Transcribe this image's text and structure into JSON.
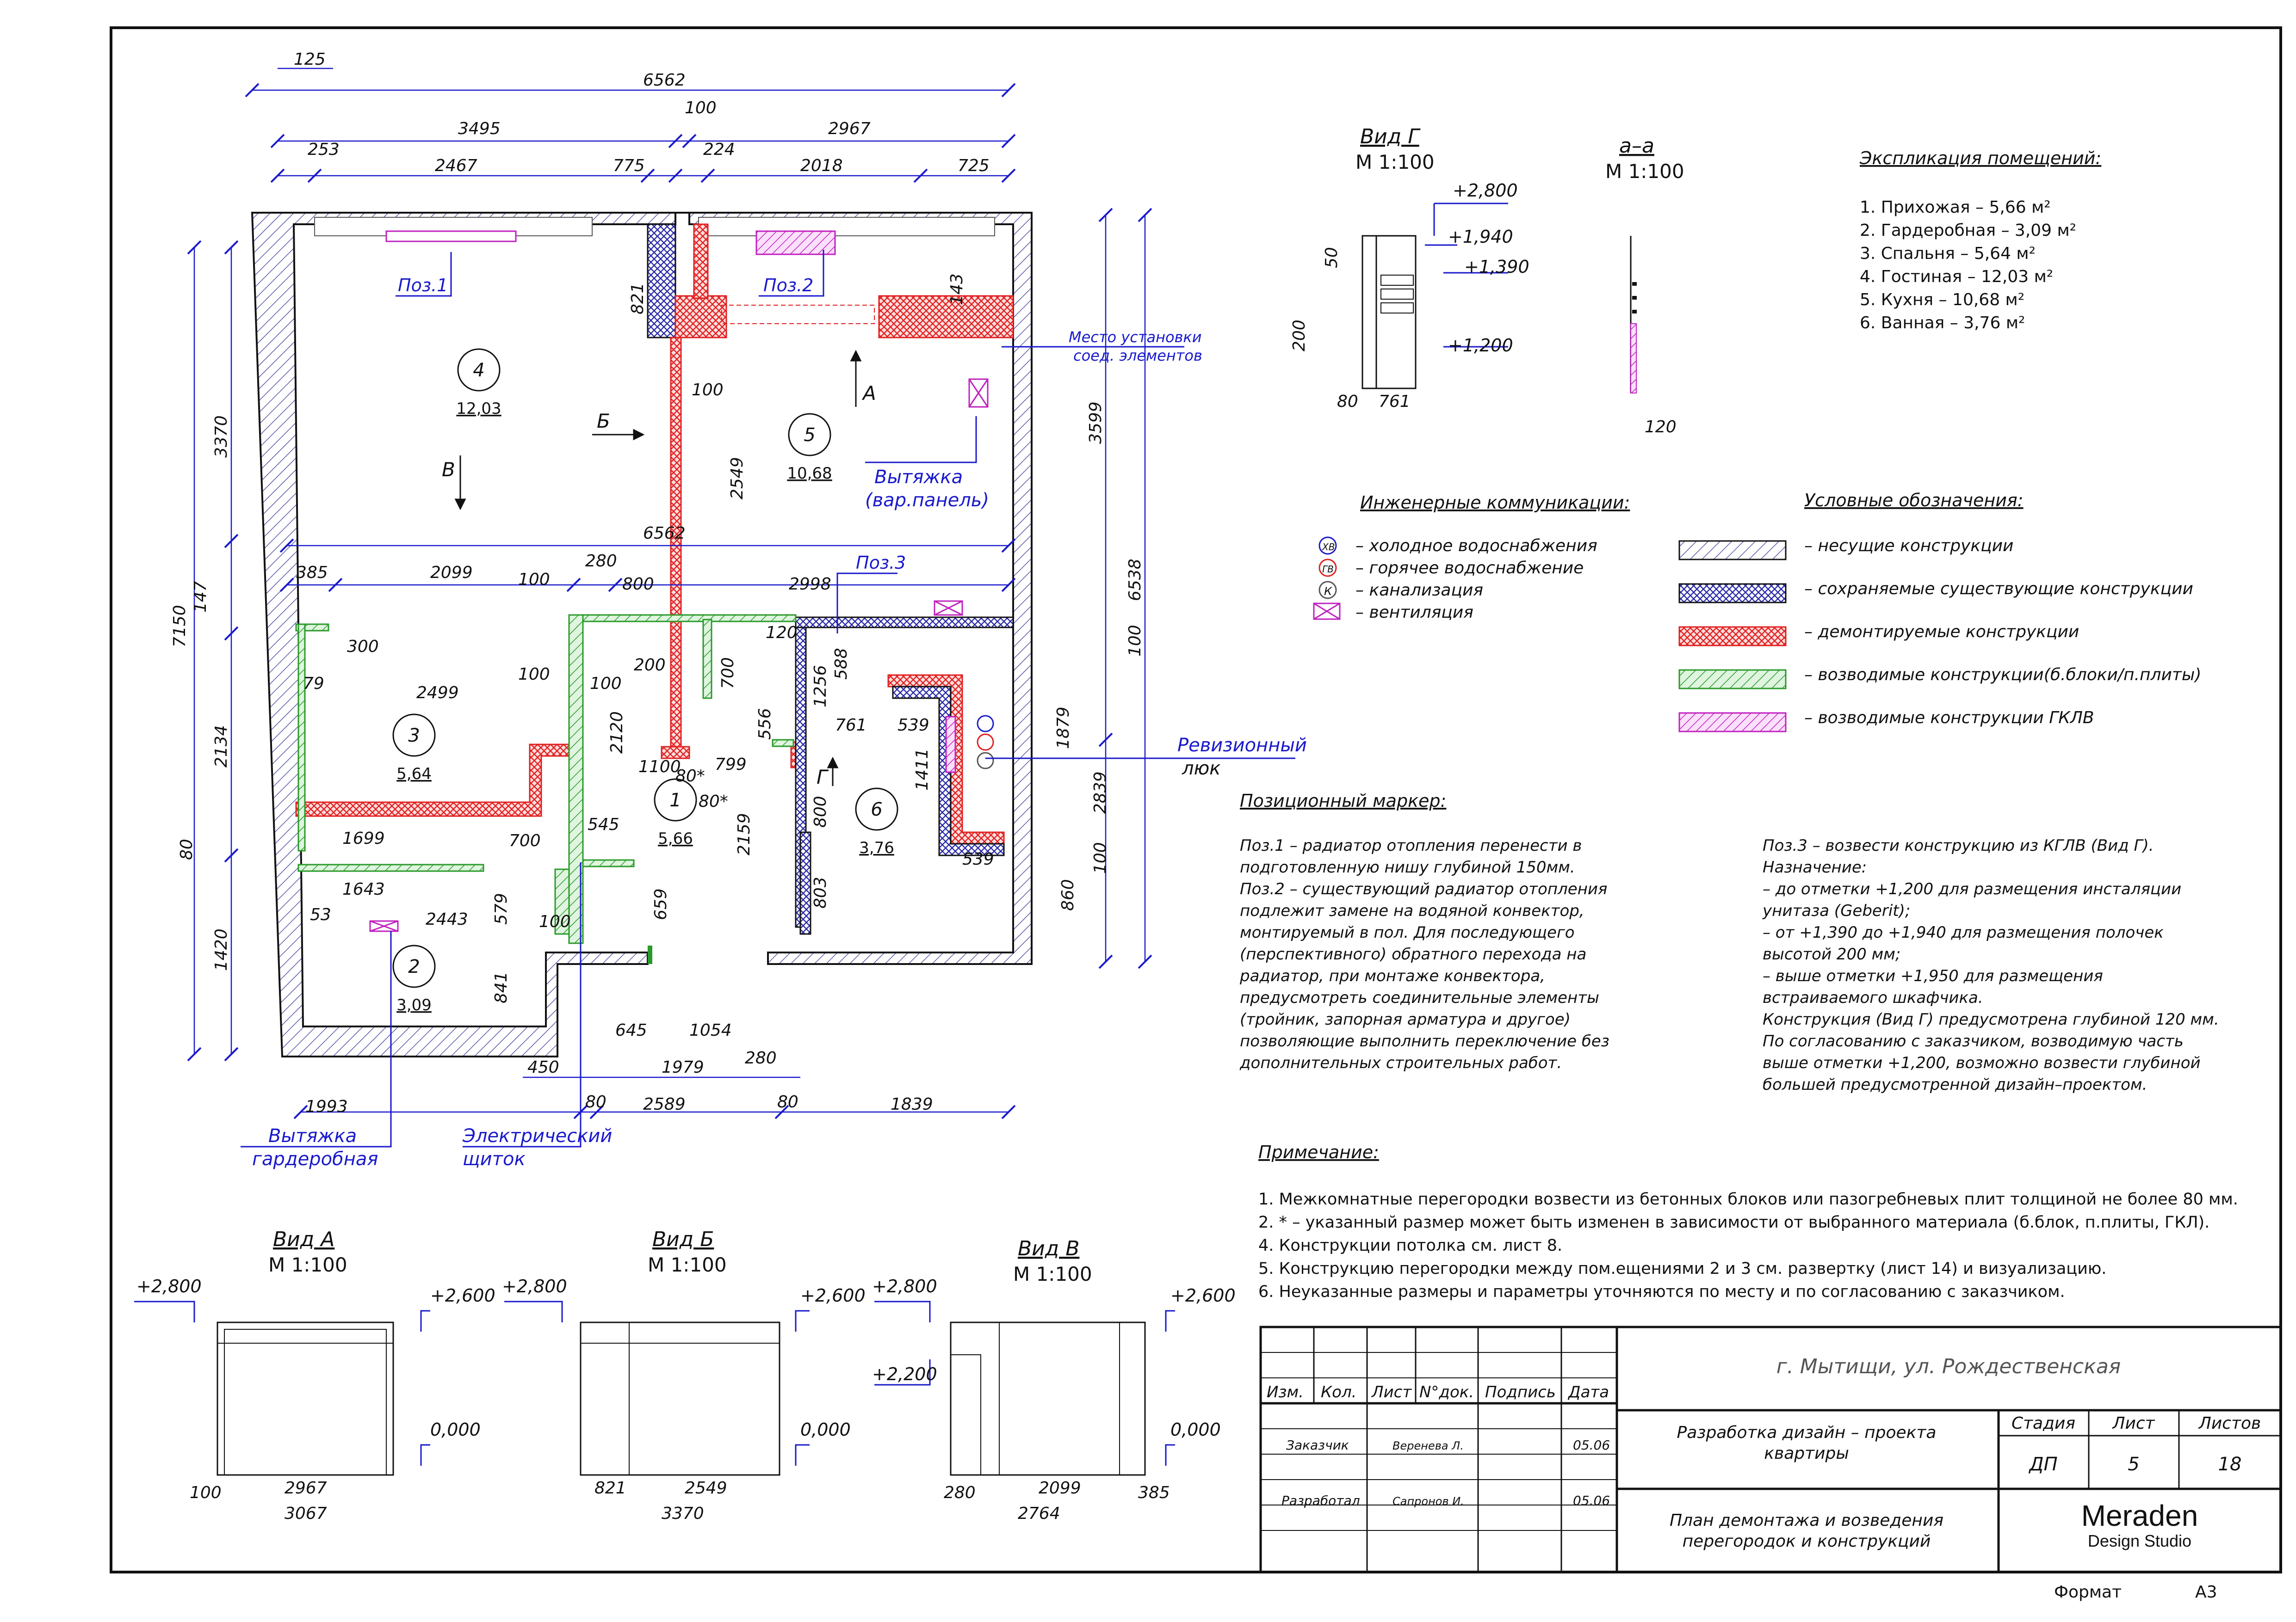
{
  "colors": {
    "frame": "#111111",
    "dimension": "#1a1acc",
    "bearing": "#5a5aa8",
    "existing": "#2a2aa8",
    "demolish": "#e02020",
    "new_block": "#2a9a2a",
    "gklv": "#c020c0"
  },
  "views": {
    "g": {
      "title": "Вид Г",
      "scale": "М 1:100",
      "levels": [
        "+2,800",
        "+1,940",
        "+1,390",
        "+1,200"
      ],
      "dims": [
        "50",
        "200",
        "80",
        "761"
      ]
    },
    "aa": {
      "title": "а–а",
      "scale": "М 1:100",
      "dims": [
        "120"
      ]
    },
    "a": {
      "title": "Вид А",
      "scale": "М 1:100",
      "levels": [
        "+2,800",
        "+2,600",
        "0,000"
      ],
      "dims": [
        "2967",
        "100",
        "3067"
      ]
    },
    "b": {
      "title": "Вид Б",
      "scale": "М 1:100",
      "levels": [
        "+2,800",
        "+2,600",
        "0,000"
      ],
      "dims": [
        "821",
        "2549",
        "3370"
      ]
    },
    "v": {
      "title": "Вид В",
      "scale": "М 1:100",
      "levels": [
        "+2,800",
        "+2,600",
        "+2,200",
        "0,000"
      ],
      "dims": [
        "280",
        "2099",
        "385",
        "2764"
      ]
    }
  },
  "explication": {
    "title": "Экспликация помещений:",
    "items": [
      "1. Прихожая – 5,66 м²",
      "2. Гардеробная – 3,09 м²",
      "3. Спальня – 5,64 м²",
      "4. Гостиная – 12,03 м²",
      "5. Кухня – 10,68 м²",
      "6. Ванная – 3,76 м²"
    ]
  },
  "engineering": {
    "title": "Инженерные коммуникации:",
    "items": [
      {
        "symbol": "ХВ",
        "label": "– холодное водоснабжения"
      },
      {
        "symbol": "ГВ",
        "label": "– горячее водоснаб­жение"
      },
      {
        "symbol": "К",
        "label": "– канализация"
      },
      {
        "symbol": "",
        "label": "– вентиляция"
      }
    ]
  },
  "legend": {
    "title": "Условные обозначения:",
    "items": [
      "– несущие конструкции",
      "– сохраняемые существующие конструкции",
      "– демонтируемые конструкции",
      "– возводимые конструкции(б.блоки/п.плиты)",
      "– возводимые конструкции ГКЛВ"
    ]
  },
  "plan": {
    "rooms": [
      {
        "num": "4",
        "area": "12,03"
      },
      {
        "num": "5",
        "area": "10,68"
      },
      {
        "num": "3",
        "area": "5,64"
      },
      {
        "num": "1",
        "area": "5,66"
      },
      {
        "num": "6",
        "area": "3,76"
      },
      {
        "num": "2",
        "area": "3,09"
      }
    ],
    "labels": {
      "poz1": "Поз.1",
      "poz2": "Поз.2",
      "poz3": "Поз.3",
      "mesto1": "Место установки",
      "mesto2": "соед. элементов",
      "vyt1": "Вытяжка",
      "vyt2": "(вар.панель)",
      "rev1": "Ревизионный",
      "rev2": "люк",
      "vytg1": "Вытяжка",
      "vytg2": "гардеробная",
      "el1": "Электрический",
      "el2": "щиток",
      "arrowA": "А",
      "arrowB": "Б",
      "arrowV": "В",
      "arrowG": "Г"
    },
    "dims": {
      "top1": "6562",
      "top125": "125",
      "top3495": "3495",
      "top100": "100",
      "top2967": "2967",
      "t253": "253",
      "t2467": "2467",
      "t775": "775",
      "t224": "224",
      "t2018": "2018",
      "t725": "725",
      "mid6562": "6562",
      "d385": "385",
      "d2099": "2099",
      "d280": "280",
      "d800": "800",
      "d2998": "2998",
      "d300": "300",
      "d2499": "2499",
      "d100a": "100",
      "d100b": "100",
      "d200": "200",
      "d79": "79",
      "d1100": "1100",
      "d799": "799",
      "d761": "761",
      "d539a": "539",
      "d539b": "539",
      "d545": "545",
      "d700a": "700",
      "d1699": "1699",
      "d1643": "1643",
      "d53": "53",
      "d2443": "2443",
      "d579": "579",
      "d100c": "100",
      "d841": "841",
      "d659": "659",
      "d80a": "80*",
      "d80b": "80*",
      "d2159": "2159",
      "d700b": "700",
      "d556": "556",
      "d1256": "1256",
      "d120": "120",
      "d588": "588",
      "d800b": "800",
      "d803": "803",
      "d1411": "1411",
      "d2120": "2120",
      "d821": "821",
      "d143": "143",
      "d100d": "100",
      "d2549": "2549",
      "b645": "645",
      "b1054": "1054",
      "b450": "450",
      "b1979": "1979",
      "b280": "280",
      "b1993": "1993",
      "b80a": "80",
      "b2589": "2589",
      "b80b": "80",
      "b1839": "1839",
      "l3370": "3370",
      "l7150": "7150",
      "l147": "147",
      "l2134": "2134",
      "l80": "80",
      "l1420": "1420",
      "r3599": "3599",
      "r6538": "6538",
      "r100a": "100",
      "r1879": "1879",
      "r2839": "2839",
      "r100b": "100",
      "r860": "860"
    }
  },
  "position_marker": {
    "title": "Позиционный маркер:",
    "left": [
      "Поз.1 – радиатор отопления перенести в",
      "подготовленную нишу глубиной 150мм.",
      "Поз.2 – существующий радиатор отопления",
      "подлежит замене на водяной конвектор,",
      "монтируемый в пол. Для последующего",
      "(перспективного) обратного перехода на",
      "радиатор, при монтаже конвектора,",
      "предусмотреть соединительные элементы",
      "(тройник, запорная арматура и другое)",
      "позволяющие выполнить переключение без",
      "дополнительных строительных работ."
    ],
    "right": [
      "Поз.3 – возвести конструкцию из КГЛВ (Вид Г).",
      "Назначение:",
      "– до отметки +1,200 для размещения инсталяции",
      "унитаза (Geberit);",
      "– от +1,390 до +1,940 для размещения полочек",
      "высотой 200 мм;",
      "– выше отметки +1,950 для размещения",
      "встраиваемого шкафчика.",
      "Конструкция (Вид Г) предусмотрена глубиной 120 мм.",
      "По согласованию с заказчиком, возводимую часть",
      "выше отметки +1,200, возможно возвести глубиной",
      "большей предусмотренной дизайн–проектом."
    ]
  },
  "notes": {
    "title": "Примечание:",
    "items": [
      "1. Межкомнатные перегородки возвести из бетонных блоков или пазогребневых плит толщиной не более 80 мм.",
      "2. * – указанный размер может быть изменен в зависимости от выбранного материала (б.блок, п.плиты, ГКЛ).",
      "4. Конструкции потолка см. лист 8.",
      "5. Конструкцию перегородки между пом.ещениями 2 и 3 см. развертку (лист 14) и визуализацию.",
      "6. Неуказанные размеры и параметры уточняются по месту и по согласованию с заказчиком."
    ]
  },
  "title_block": {
    "headers": [
      "Изм.",
      "Кол.",
      "Лист",
      "N°док.",
      "Подпись",
      "Дата"
    ],
    "customer_role": "Заказчик",
    "customer_name": "Веренева Л.",
    "customer_date": "05.06",
    "designer_role": "Разработал",
    "designer_name": "Сапронов И.",
    "designer_date": "05.06",
    "address": "г. Мытищи, ул. Рождественская",
    "project": [
      "Разработка дизайн – проекта",
      "квартиры"
    ],
    "sheet_title": [
      "План демонтажа и возведения",
      "перегородок и конструкций"
    ],
    "stage_label": "Стадия",
    "sheet_label": "Лист",
    "sheets_label": "Листов",
    "stage": "ДП",
    "sheet": "5",
    "sheets": "18",
    "company": "Meraden",
    "company_sub": "Design Studio"
  },
  "format": {
    "label": "Формат",
    "value": "А3"
  }
}
